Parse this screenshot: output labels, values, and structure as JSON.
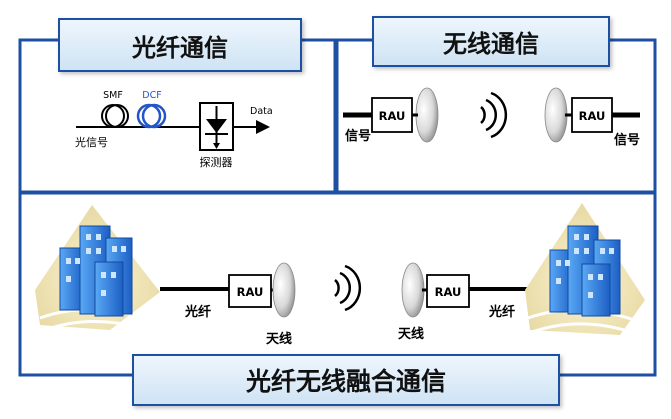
{
  "titles": {
    "optical": "光纤通信",
    "wireless": "无线通信",
    "rof": "光纤无线融合通信"
  },
  "optical_panel": {
    "smf": "SMF",
    "dcf": "DCF",
    "input_label": "光信号",
    "output_label": "Data",
    "detector_label": "探测器"
  },
  "wireless_panel": {
    "rau_left": "RAU",
    "rau_right": "RAU",
    "signal_left": "信号",
    "signal_right": "信号"
  },
  "rof_panel": {
    "rau_left": "RAU",
    "rau_right": "RAU",
    "fiber_left": "光纤",
    "fiber_right": "光纤",
    "antenna_left": "天线",
    "antenna_right": "天线"
  },
  "colors": {
    "frame": "#1d4fa3",
    "banner_top": "#eef6fd",
    "banner_bottom": "#cfe3f4",
    "building": "#2f7fe0",
    "hill": "#efe3b4"
  }
}
